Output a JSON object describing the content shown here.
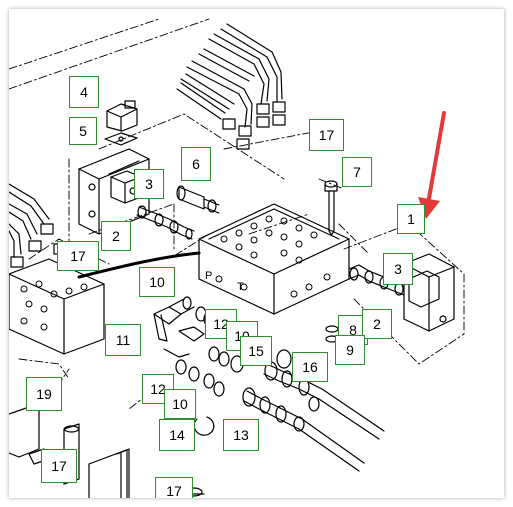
{
  "diagram": {
    "accent_colors": {
      "callout_border": "#2f8f2f",
      "arrow": "#e23a3a",
      "line": "#000000"
    },
    "callouts": [
      {
        "id": "c4",
        "label": "4"
      },
      {
        "id": "c5",
        "label": "5"
      },
      {
        "id": "c17a",
        "label": "17"
      },
      {
        "id": "c6",
        "label": "6"
      },
      {
        "id": "c7",
        "label": "7"
      },
      {
        "id": "c3a",
        "label": "3"
      },
      {
        "id": "c1",
        "label": "1"
      },
      {
        "id": "c2a",
        "label": "2"
      },
      {
        "id": "c17b",
        "label": "17"
      },
      {
        "id": "c3b",
        "label": "3"
      },
      {
        "id": "c10a",
        "label": "10"
      },
      {
        "id": "c8",
        "label": "8"
      },
      {
        "id": "c2b",
        "label": "2"
      },
      {
        "id": "c9",
        "label": "9"
      },
      {
        "id": "c12a",
        "label": "12"
      },
      {
        "id": "c11",
        "label": "11"
      },
      {
        "id": "c10b",
        "label": "10"
      },
      {
        "id": "c15",
        "label": "15"
      },
      {
        "id": "c16",
        "label": "16"
      },
      {
        "id": "c19",
        "label": "19"
      },
      {
        "id": "c12b",
        "label": "12"
      },
      {
        "id": "c10c",
        "label": "10"
      },
      {
        "id": "c14",
        "label": "14"
      },
      {
        "id": "c13",
        "label": "13"
      },
      {
        "id": "c17c",
        "label": "17"
      },
      {
        "id": "c17d",
        "label": "17"
      }
    ],
    "valve_markings": [
      "P",
      "T"
    ]
  }
}
